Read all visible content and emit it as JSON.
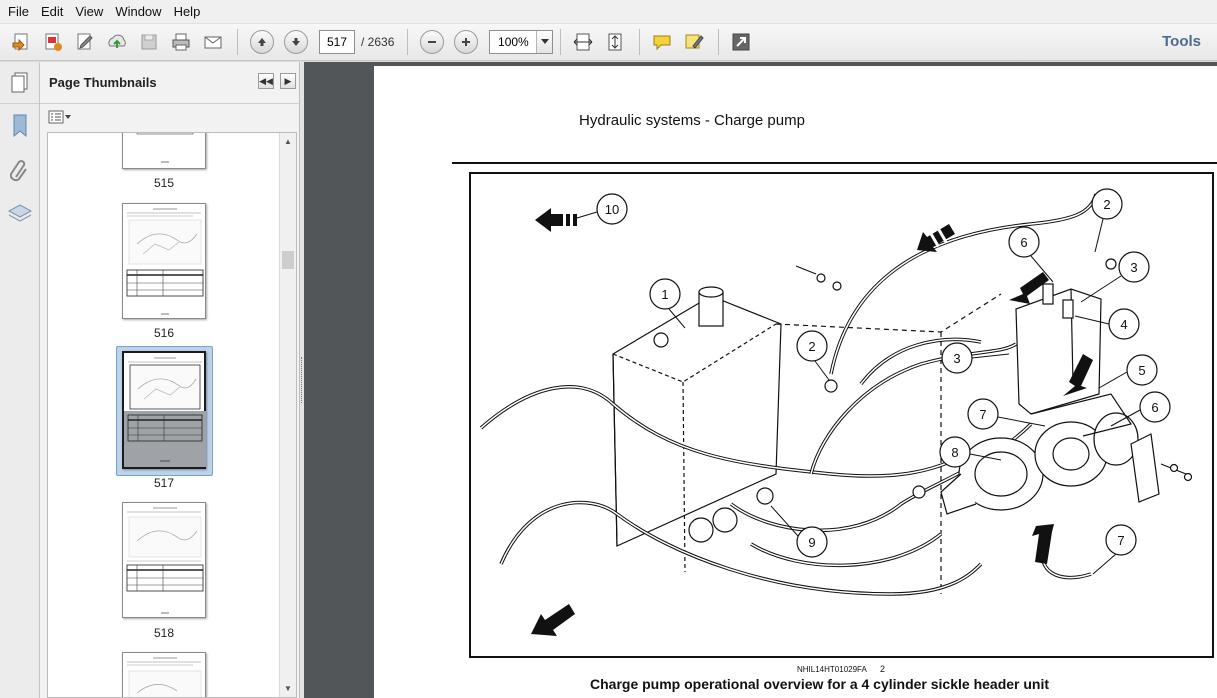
{
  "menu": {
    "items": [
      "File",
      "Edit",
      "View",
      "Window",
      "Help"
    ]
  },
  "toolbar": {
    "page_current": "517",
    "page_total": "/ 2636",
    "zoom": "100%",
    "tools_label": "Tools",
    "icons": [
      "create-icon",
      "export-pdf-icon",
      "sign-icon",
      "upload-icon",
      "save-icon",
      "print-icon",
      "email-icon",
      "prev-page-icon",
      "next-page-icon",
      "zoom-out-icon",
      "zoom-in-icon",
      "fit-width-icon",
      "fit-page-icon",
      "comment-icon",
      "highlight-icon",
      "fullscreen-icon"
    ]
  },
  "sidebar": {
    "title": "Page Thumbnails",
    "thumbnails": [
      {
        "label": "515",
        "selected": false
      },
      {
        "label": "516",
        "selected": false
      },
      {
        "label": "517",
        "selected": true
      },
      {
        "label": "518",
        "selected": false
      }
    ]
  },
  "document": {
    "heading": "Hydraulic systems - Charge pump",
    "figure_code": "NHIL14HT01029FA",
    "figure_number": "2",
    "caption": "Charge pump operational overview for a 4 cylinder sickle header unit",
    "callouts": [
      "10",
      "2",
      "6",
      "3",
      "1",
      "4",
      "2",
      "3",
      "5",
      "7",
      "6",
      "8",
      "9",
      "7"
    ]
  }
}
